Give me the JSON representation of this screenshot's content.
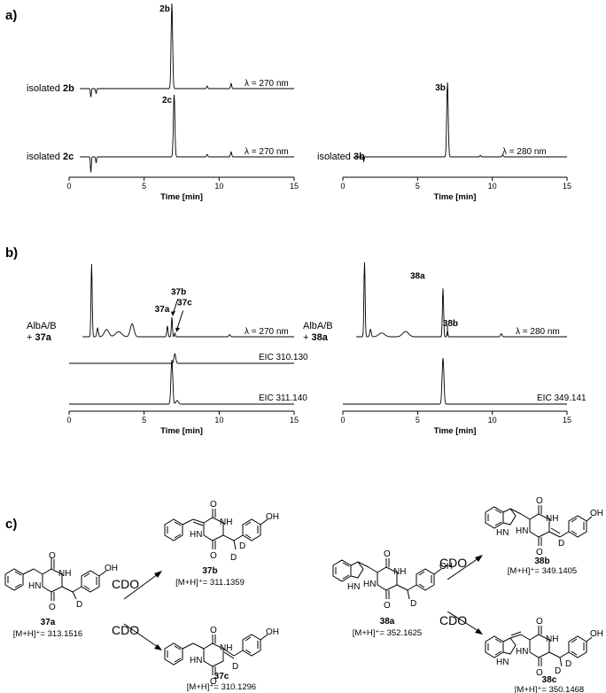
{
  "panels": {
    "a": "a)",
    "b": "b)",
    "c": "c)"
  },
  "chart_data": [
    {
      "type": "line",
      "id": "a-left",
      "xlabel": "Time [min]",
      "xlim": [
        0,
        15
      ],
      "xticks": [
        "0",
        "5",
        "10",
        "15"
      ],
      "traces": [
        {
          "prefix": "isolated ",
          "compound": "2b",
          "wavelength": "λ = 270 nm",
          "peaks": [
            {
              "x": 6.85,
              "h": 1.0,
              "w": 0.05,
              "label": "2b"
            }
          ],
          "minor": [
            {
              "x": 9.2,
              "h": 0.03
            },
            {
              "x": 10.8,
              "h": 0.06
            }
          ],
          "dips": [
            {
              "x": 1.45,
              "h": -0.1
            },
            {
              "x": 1.8,
              "h": -0.06
            }
          ]
        },
        {
          "prefix": "isolated ",
          "compound": "2c",
          "wavelength": "λ = 270 nm",
          "peaks": [
            {
              "x": 7.0,
              "h": 1.0,
              "w": 0.05,
              "label": "2c"
            }
          ],
          "minor": [
            {
              "x": 9.2,
              "h": 0.04
            },
            {
              "x": 10.8,
              "h": 0.08
            }
          ],
          "dips": [
            {
              "x": 1.45,
              "h": -0.25
            },
            {
              "x": 1.8,
              "h": -0.1
            }
          ]
        }
      ]
    },
    {
      "type": "line",
      "id": "a-right",
      "xlabel": "Time [min]",
      "xlim": [
        0,
        15
      ],
      "xticks": [
        "0",
        "5",
        "10",
        "15"
      ],
      "traces": [
        {
          "prefix": "isolated ",
          "compound": "3b",
          "wavelength": "λ =  280 nm",
          "peaks": [
            {
              "x": 7.0,
              "h": 1.0,
              "w": 0.05,
              "label": "3b"
            }
          ],
          "minor": [
            {
              "x": 9.2,
              "h": 0.02
            },
            {
              "x": 10.7,
              "h": 0.03
            }
          ],
          "dips": [
            {
              "x": 1.4,
              "h": -0.06
            }
          ]
        }
      ]
    },
    {
      "type": "line",
      "id": "b-left",
      "xlabel": "Time [min]",
      "xlim": [
        0,
        15
      ],
      "xticks": [
        "0",
        "5",
        "10",
        "15"
      ],
      "uv": {
        "label1": "AlbA/B",
        "label2": "+ ",
        "compound": "37a",
        "wavelength": "λ = 270 nm",
        "peaks": [
          {
            "x": 1.5,
            "h": 1.0,
            "w": 0.04
          },
          {
            "x": 1.9,
            "h": 0.12,
            "w": 0.05
          },
          {
            "x": 2.5,
            "h": 0.1,
            "w": 0.15
          },
          {
            "x": 3.3,
            "h": 0.07,
            "w": 0.2
          },
          {
            "x": 4.2,
            "h": 0.18,
            "w": 0.12
          },
          {
            "x": 6.55,
            "h": 0.15,
            "w": 0.04
          },
          {
            "x": 6.85,
            "h": 0.27,
            "w": 0.035
          },
          {
            "x": 7.05,
            "h": 0.05,
            "w": 0.03
          },
          {
            "x": 10.7,
            "h": 0.03,
            "w": 0.05
          }
        ],
        "labels": [
          {
            "text": "37a",
            "x": 6.2,
            "y": 0.34
          },
          {
            "text": "37b",
            "x": 7.3,
            "y": 0.58
          },
          {
            "text": "37c",
            "x": 7.7,
            "y": 0.43
          }
        ]
      },
      "eic": [
        {
          "label": "EIC 310.130",
          "peak": {
            "x": 7.05,
            "h": 0.6,
            "w": 0.06
          }
        },
        {
          "label": "EIC 311.140",
          "peak": {
            "x": 6.85,
            "h": 1.0,
            "w": 0.06
          },
          "shoulder": {
            "x": 7.2,
            "h": 0.08
          }
        }
      ]
    },
    {
      "type": "line",
      "id": "b-right",
      "xlabel": "Time [min]",
      "xlim": [
        0,
        15
      ],
      "xticks": [
        "0",
        "5",
        "10",
        "15"
      ],
      "uv": {
        "label1": "AlbA/B",
        "label2": "+ ",
        "compound": "38a",
        "wavelength": "λ = 280 nm",
        "peaks": [
          {
            "x": 1.45,
            "h": 1.0,
            "w": 0.04
          },
          {
            "x": 1.85,
            "h": 0.1,
            "w": 0.05
          },
          {
            "x": 2.6,
            "h": 0.05,
            "w": 0.2
          },
          {
            "x": 4.2,
            "h": 0.07,
            "w": 0.2
          },
          {
            "x": 6.7,
            "h": 0.65,
            "w": 0.04
          },
          {
            "x": 7.0,
            "h": 0.08,
            "w": 0.03
          },
          {
            "x": 10.6,
            "h": 0.04,
            "w": 0.05
          }
        ],
        "labels": [
          {
            "text": "38a",
            "x": 5.0,
            "y": 0.78
          },
          {
            "text": "38b",
            "x": 7.2,
            "y": 0.14
          }
        ]
      },
      "eic": [
        {
          "label": "EIC 349.141",
          "peak": {
            "x": 6.7,
            "h": 1.0,
            "w": 0.06
          }
        }
      ]
    }
  ],
  "scheme": {
    "reagent": "CDO",
    "compounds": [
      {
        "id": "37a",
        "mass": "[M+H]⁺= 313.1516"
      },
      {
        "id": "37b",
        "mass": "[M+H]⁺= 311.1359"
      },
      {
        "id": "37c",
        "mass": "[M+H]⁺= 310.1296"
      },
      {
        "id": "38a",
        "mass": "[M+H]⁺= 352.1625"
      },
      {
        "id": "38b",
        "mass": "[M+H]⁺= 349.1405"
      },
      {
        "id": "38c",
        "mass": "[M+H]⁺= 350.1468"
      }
    ],
    "atoms": {
      "O": "O",
      "NH": "NH",
      "HN": "HN",
      "OH": "OH",
      "D": "D"
    }
  }
}
